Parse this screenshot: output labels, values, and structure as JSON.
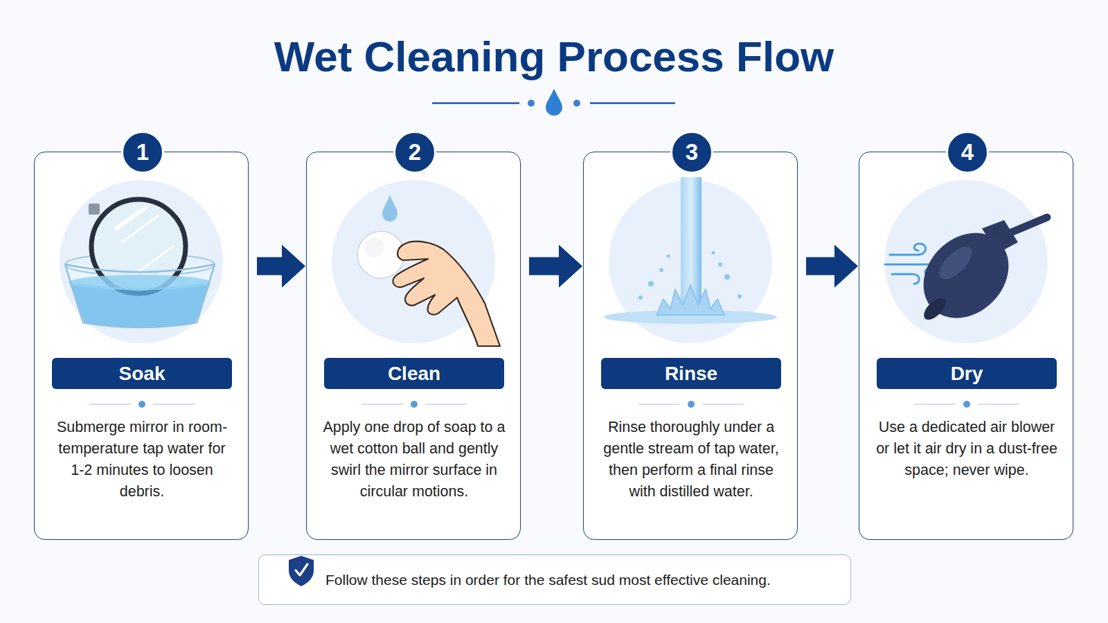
{
  "diagram": {
    "title": "Wet Cleaning Process Flow",
    "nodes": [
      {
        "text": [
          "Submerge mirror in room-temperature tap water for 1-2 minutes to loosen debris."
        ]
      },
      {
        "text": [
          "1"
        ],
        "in": 0
      },
      {
        "text": [
          "Soak"
        ],
        "in": 0
      },
      {
        "text": [
          "Apply one drop of soap to a wet cotton ball and gently swirl the mirror surface in circular motions."
        ]
      },
      {
        "text": [
          "2"
        ],
        "in": 3
      },
      {
        "text": [
          "Clean"
        ],
        "in": 3
      },
      {
        "text": [
          "Rinse thoroughly under a gentle stream of tap water, then perform a final rinse with distilled water."
        ]
      },
      {
        "text": [
          "3"
        ],
        "in": 6
      },
      {
        "text": [
          "Rinse"
        ],
        "in": 6
      },
      {
        "text": [
          "Use a dedicated air blower or let it air dry in a dust-free space; never wipe."
        ]
      },
      {
        "text": [
          "4"
        ],
        "in": 9
      },
      {
        "text": [
          "Dry"
        ],
        "in": 9
      },
      {
        "text": [
          "Follow these steps in order for the safest sud most effective cleaning."
        ]
      }
    ],
    "edges": [
      {
        "from": 0,
        "to": 3,
        "arrow": "to"
      },
      {
        "from": 3,
        "to": 6,
        "arrow": "to"
      },
      {
        "from": 6,
        "to": 9,
        "arrow": "to"
      }
    ]
  }
}
